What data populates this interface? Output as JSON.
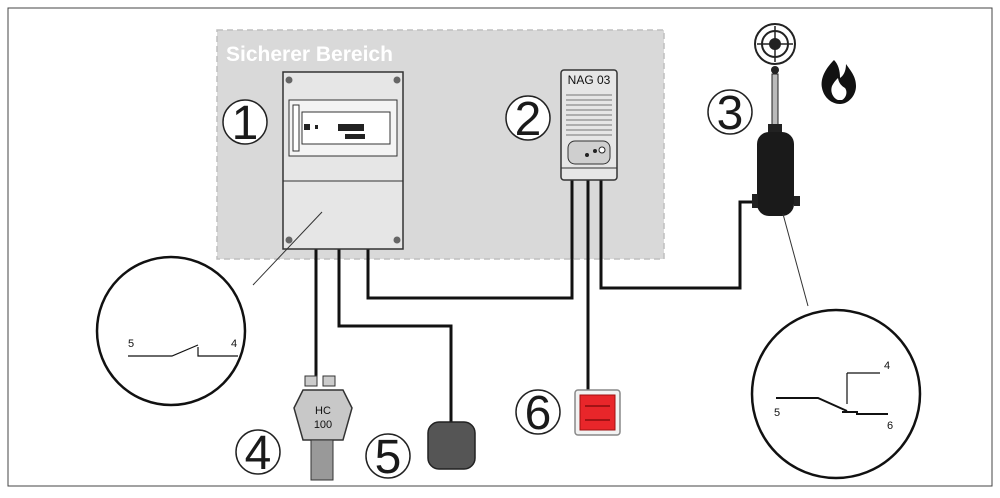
{
  "zone": {
    "label": "Sicherer Bereich"
  },
  "components": [
    {
      "number": "1"
    },
    {
      "number": "2",
      "label": "NAG 03"
    },
    {
      "number": "3"
    },
    {
      "number": "4",
      "label_line1": "HC",
      "label_line2": "100"
    },
    {
      "number": "5"
    },
    {
      "number": "6"
    }
  ],
  "switch_left": {
    "terminal_a": "5",
    "terminal_b": "4"
  },
  "switch_right": {
    "terminal_top": "4",
    "terminal_left": "5",
    "terminal_right": "6"
  },
  "icons": [
    "fire-icon",
    "sprinkler-head-icon"
  ],
  "colors": {
    "zone_fill": "#d9d9d9",
    "button_red": "#e8262a",
    "enclosure": "#e6e6e6"
  }
}
